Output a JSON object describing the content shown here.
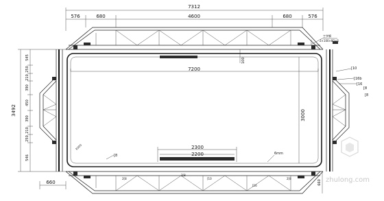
{
  "dims": {
    "overall_width": "7312",
    "top_segments": [
      "576",
      "680",
      "4600",
      "680",
      "576"
    ],
    "inner_width": "7200",
    "height_total": "3492",
    "left_chain": [
      "545",
      "250",
      "210",
      "390",
      "450",
      "390",
      "210",
      "250",
      "546"
    ],
    "inner_height": "3000",
    "bottom_bar_top": "2300",
    "bottom_bar_inner": "2200",
    "left_offset": "660",
    "right_offset": "660",
    "top_mid_right": "100",
    "corner_radius": "R300"
  },
  "labels": {
    "member_10": "[10",
    "member_16b": "[16b",
    "member_16": "[16",
    "member_8": "[8",
    "member_8b": "[8",
    "member_8c": "[8",
    "plate_6mm": "6mm",
    "angle_2": "2[8",
    "angle_3": "2[8",
    "angle_4": "2[8",
    "channel_16": "[16",
    "channel_10b": "[10",
    "right_top_note": "工字钢",
    "right_top_note2": "2×100×80×6",
    "watermark": "zhulong.com"
  },
  "colors": {
    "line": "#1b1b1b",
    "background": "#ffffff",
    "watermark": "#c8c8c8"
  }
}
